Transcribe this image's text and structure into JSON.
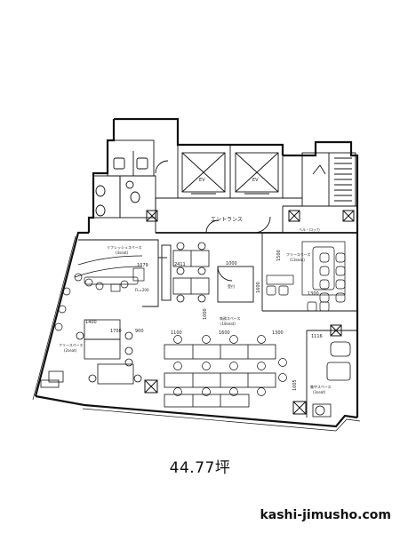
{
  "rooms": {
    "entrance": "エントランス",
    "refresh_space": "リフレッシュスペース",
    "refresh_space_seats": "(4seat)",
    "free_space_right": "フリースペース",
    "free_space_right_seats": "(13seat)",
    "free_space_left": "フリースペース",
    "free_space_left_seats": "(2seat)",
    "work_space": "執務スペース",
    "work_space_seats": "(18seat)",
    "meeting_space": "集中スペース",
    "meeting_space_seats": "(3seat)",
    "ev_left": "EV",
    "ev_right": "EV",
    "reception": "受付",
    "locker": "ベル・ロッカ",
    "fl_note": "FL=200"
  },
  "dimensions": {
    "d1079": "1079",
    "d1000a": "1000",
    "d1600a": "1600",
    "d1500": "1500",
    "d1300a": "1300",
    "d1000b": "1000",
    "d1400": "1400",
    "d1100a": "1100",
    "d1600b": "1600",
    "d1300b": "1300",
    "d1116": "1116",
    "d1005": "1005",
    "d1700": "1700",
    "d900": "900",
    "d2411": "2411"
  },
  "area_label": "44.77坪",
  "site_label": "kashi-jimusho.com"
}
